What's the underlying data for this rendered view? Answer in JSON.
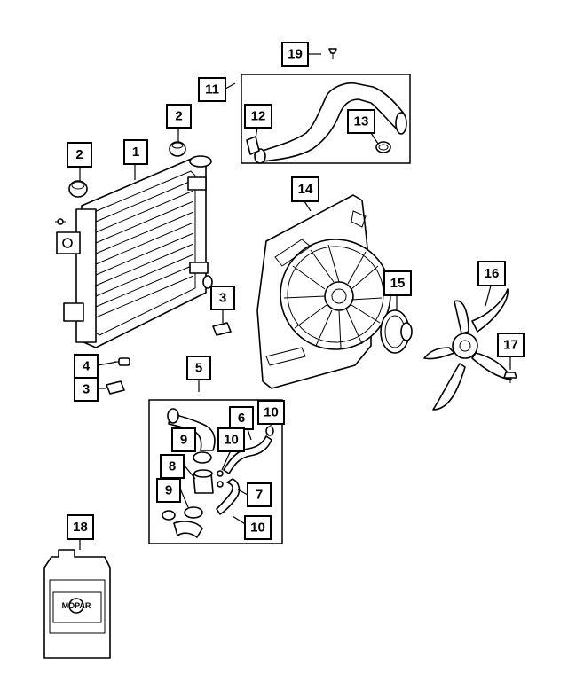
{
  "diagram": {
    "callouts": {
      "c19": "19",
      "c11": "11",
      "c12": "12",
      "c13": "13",
      "c2a": "2",
      "c2b": "2",
      "c1": "1",
      "c14": "14",
      "c15": "15",
      "c16": "16",
      "c17": "17",
      "c3a": "3",
      "c4": "4",
      "c3b": "3",
      "c5": "5",
      "c6": "6",
      "c10a": "10",
      "c10b": "10",
      "c9a": "9",
      "c8": "8",
      "c9b": "9",
      "c7": "7",
      "c10c": "10",
      "c18": "18"
    },
    "jug_brand": "MOPAR",
    "colors": {
      "line": "#000000",
      "background": "#ffffff"
    }
  }
}
